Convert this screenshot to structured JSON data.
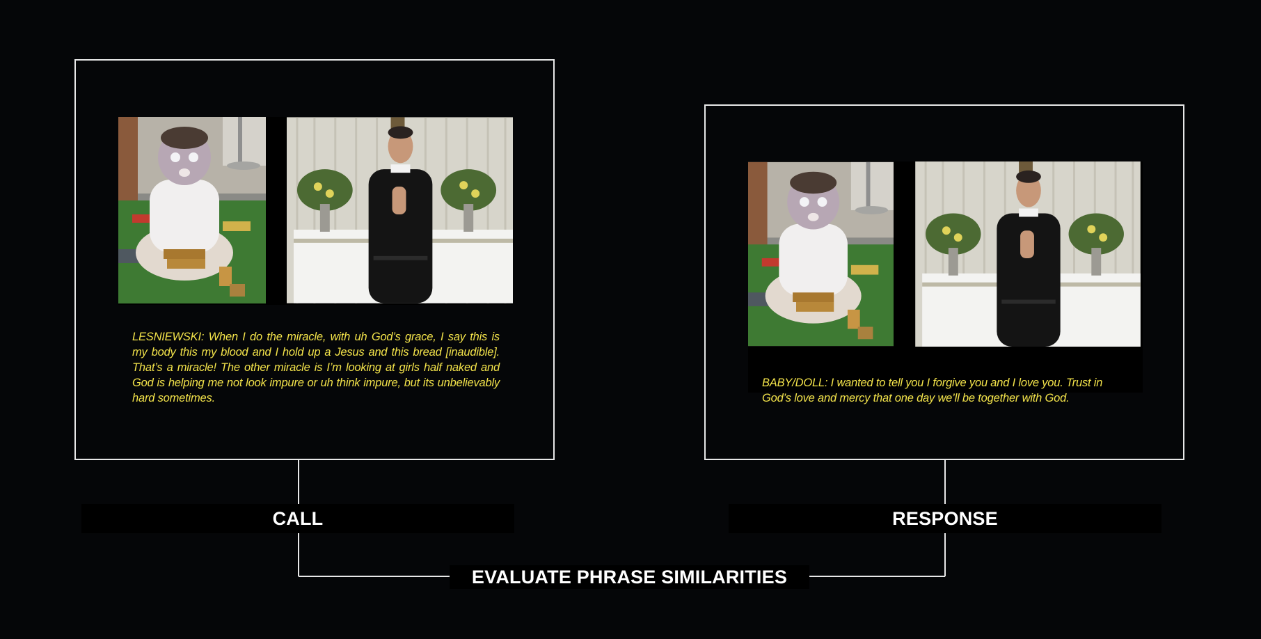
{
  "call": {
    "label": "CALL",
    "caption": "LESNIEWSKI: When I do the miracle, with uh God’s grace, I say this is my body this my blood and I hold up a Jesus and this bread [inaudible]. That’s a miracle! The other miracle is I’m looking at girls half naked and God is helping me not look impure or uh think impure, but its unbelievably hard sometimes."
  },
  "response": {
    "label": "RESPONSE",
    "caption": "BABY/DOLL:  I wanted to tell you I forgive you and I love you. Trust in God’s love and mercy that one day we’ll be together with God."
  },
  "evaluate": {
    "label": "EVALUATE PHRASE SIMILARITIES"
  },
  "colors": {
    "background": "#050608",
    "caption": "#f3e34a",
    "frame": "#e8e8e8",
    "label_text": "#ffffff"
  }
}
